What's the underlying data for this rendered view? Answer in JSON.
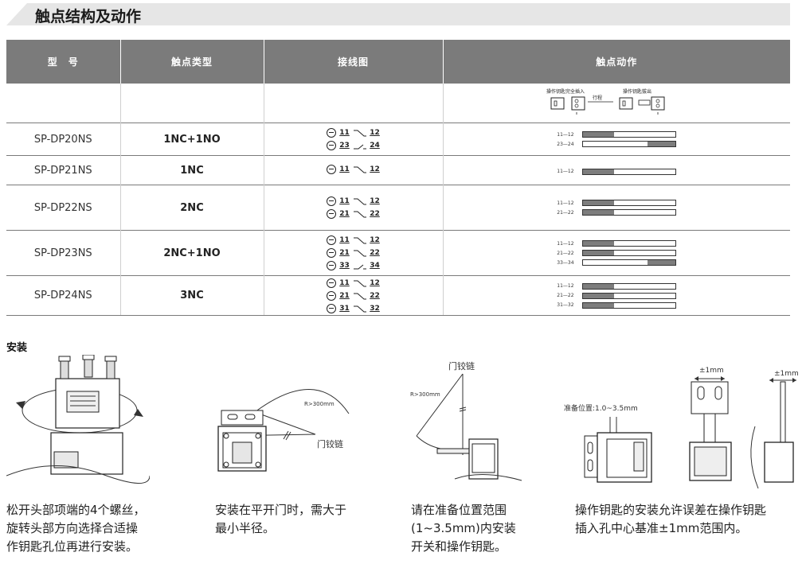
{
  "section": {
    "title": "触点结构及动作"
  },
  "table": {
    "headers": [
      "型　号",
      "触点类型",
      "接线图",
      "触点动作"
    ],
    "diagram_header": {
      "left": "操作钥匙完全插入",
      "middle": "行程",
      "right": "操作钥匙拔出"
    },
    "rows": [
      {
        "model": "SP-DP20NS",
        "type": "1NC+1NO",
        "wiring": [
          {
            "a": "11",
            "b": "12"
          },
          {
            "a": "23",
            "b": "24"
          }
        ],
        "steps": [
          {
            "label": "11—12",
            "nc": true,
            "fill": [
              0.0,
              0.33
            ]
          },
          {
            "label": "23—24",
            "nc": false,
            "fill": [
              0.7,
              1.0
            ]
          }
        ]
      },
      {
        "model": "SP-DP21NS",
        "type": "1NC",
        "wiring": [
          {
            "a": "11",
            "b": "12"
          }
        ],
        "steps": [
          {
            "label": "11—12",
            "nc": true,
            "fill": [
              0.0,
              0.33
            ]
          }
        ]
      },
      {
        "model": "SP-DP22NS",
        "type": "2NC",
        "wiring": [
          {
            "a": "11",
            "b": "12"
          },
          {
            "a": "21",
            "b": "22"
          }
        ],
        "steps": [
          {
            "label": "11—12",
            "nc": true,
            "fill": [
              0.0,
              0.33
            ]
          },
          {
            "label": "21—22",
            "nc": true,
            "fill": [
              0.0,
              0.33
            ]
          }
        ]
      },
      {
        "model": "SP-DP23NS",
        "type": "2NC+1NO",
        "wiring": [
          {
            "a": "11",
            "b": "12"
          },
          {
            "a": "21",
            "b": "22"
          },
          {
            "a": "33",
            "b": "34"
          }
        ],
        "steps": [
          {
            "label": "11—12",
            "nc": true,
            "fill": [
              0.0,
              0.33
            ]
          },
          {
            "label": "21—22",
            "nc": true,
            "fill": [
              0.0,
              0.33
            ]
          },
          {
            "label": "33—34",
            "nc": false,
            "fill": [
              0.7,
              1.0
            ]
          }
        ]
      },
      {
        "model": "SP-DP24NS",
        "type": "3NC",
        "wiring": [
          {
            "a": "11",
            "b": "12"
          },
          {
            "a": "21",
            "b": "22"
          },
          {
            "a": "31",
            "b": "32"
          }
        ],
        "steps": [
          {
            "label": "11—12",
            "nc": true,
            "fill": [
              0.0,
              0.33
            ]
          },
          {
            "label": "21—22",
            "nc": true,
            "fill": [
              0.0,
              0.33
            ]
          },
          {
            "label": "31—32",
            "nc": true,
            "fill": [
              0.0,
              0.33
            ]
          }
        ]
      }
    ]
  },
  "install": {
    "title": "安装",
    "fig2": {
      "radius": "R>300mm",
      "hinge": "门铰链"
    },
    "fig3": {
      "radius": "R>300mm",
      "hinge": "门铰链"
    },
    "fig4": {
      "position": "准备位置:1.0~3.5mm",
      "tol1": "±1mm",
      "tol2": "±1mm"
    },
    "captions": [
      [
        "松开头部项端的4个螺丝，",
        "旋转头部方向选择合适操",
        "作钥匙孔位再进行安装。"
      ],
      [
        "安装在平开门时，需大于",
        "最小半径。"
      ],
      [
        "请在准备位置范围",
        "(1~3.5mm)内安装",
        "开关和操作钥匙。"
      ],
      [
        "操作钥匙的安装允许误差在操作钥匙",
        "插入孔中心基准±1mm范围内。"
      ]
    ]
  }
}
